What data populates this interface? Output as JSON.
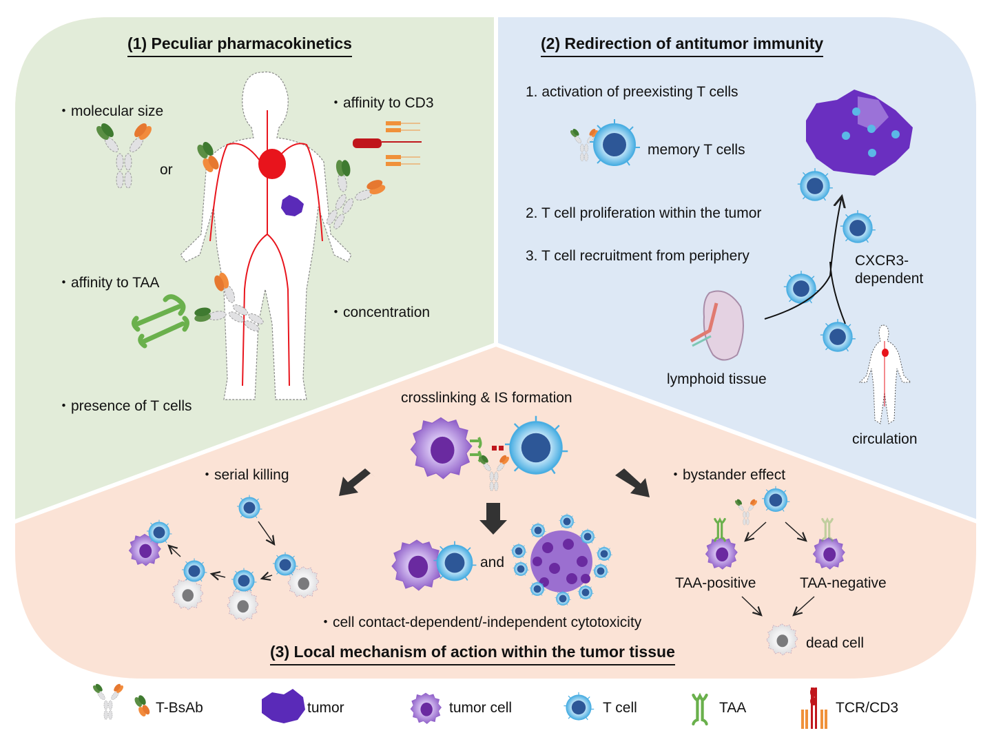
{
  "figure": {
    "colors": {
      "panel1_bg": "#e2ecd9",
      "panel2_bg": "#dde8f5",
      "panel3_bg": "#fbe3d6",
      "divider": "#ffffff",
      "tcell_outer": "#5bb8e6",
      "tcell_nucleus": "#2d5797",
      "tumor_cell": "#9b6fd0",
      "tumor_nucleus": "#6a2aa0",
      "tumor_mass": "#5a2ab8",
      "taa_green": "#6ab04c",
      "cd3_orange": "#f0913a",
      "tcr_red": "#c0161c",
      "blood_red": "#e8141c",
      "dead_cell": "#e9e9ea",
      "arrow_dark": "#333333"
    }
  },
  "panel1": {
    "title": "(1) Peculiar pharmacokinetics",
    "items": {
      "molecular_size": "molecular size",
      "or": "or",
      "affinity_cd3": "affinity to CD3",
      "affinity_taa": "affinity to TAA",
      "concentration": "concentration",
      "presence_t_cells": "presence of T cells"
    }
  },
  "panel2": {
    "title": "(2) Redirection of antitumor immunity",
    "steps": [
      "1. activation of preexisting T cells",
      "2. T cell proliferation within the tumor",
      "3. T cell recruitment from periphery"
    ],
    "memory_t_cells": "memory T cells",
    "cxcr3": "CXCR3-",
    "dependent": "dependent",
    "lymphoid_tissue": "lymphoid tissue",
    "circulation": "circulation"
  },
  "panel3": {
    "title": "(3) Local mechanism of action within the tumor tissue",
    "crosslinking": "crosslinking & IS formation",
    "serial_killing": "serial killing",
    "bystander_effect": "bystander effect",
    "and": "and",
    "cytotoxicity": "cell contact-dependent/-independent cytotoxicity",
    "taa_positive": "TAA-positive",
    "taa_negative": "TAA-negative",
    "dead_cell": "dead cell"
  },
  "legend": {
    "items": [
      {
        "icon": "t-bsab-icon",
        "label": "T-BsAb"
      },
      {
        "icon": "tumor-icon",
        "label": "tumor"
      },
      {
        "icon": "tumor-cell-icon",
        "label": "tumor cell"
      },
      {
        "icon": "t-cell-icon",
        "label": "T cell"
      },
      {
        "icon": "taa-icon",
        "label": "TAA"
      },
      {
        "icon": "tcr-cd3-icon",
        "label": "TCR/CD3"
      }
    ]
  }
}
